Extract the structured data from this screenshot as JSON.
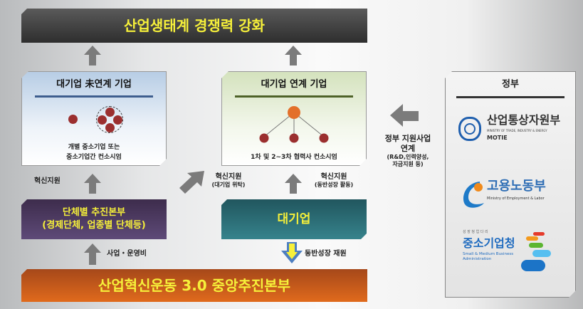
{
  "top_banner": "산업생태계 경쟁력 강화",
  "left_box": {
    "title": "대기업 未연계 기업",
    "caption_line1": "개별 중소기업 또는",
    "caption_line2": "중소기업간 컨소시엄"
  },
  "mid_box": {
    "title": "대기업 연계 기업",
    "caption": "1차 및 2~3차 협력사 컨소시엄"
  },
  "labels": {
    "innov_left": "혁신지원",
    "innov_diag": "혁신지원",
    "innov_diag_sub": "(대기업 위탁)",
    "innov_mid": "혁신지원",
    "innov_mid_sub": "(동반성장 활동)",
    "op_cost": "사업・운영비",
    "fund": "동반성장 재원"
  },
  "purple_box": {
    "line1": "단체별 추진본부",
    "line2": "(경제단체, 업종별 단체등)"
  },
  "teal_box": "대기업",
  "bottom_banner": "산업혁신운동 3.0 중앙추진본부",
  "gov_link": {
    "line1": "정부 지원사업",
    "line2": "연계",
    "line3": "(R&D,인력양성,",
    "line4": "자금지원 등)"
  },
  "gov_panel": {
    "title": "정부",
    "motie": {
      "name": "산업통상자원부",
      "en": "MINISTRY OF TRADE, INDUSTRY & ENERGY",
      "abbr": "MOTIE"
    },
    "moel": {
      "name": "고용노동부",
      "en": "Ministry of Employment & Labor"
    },
    "smba": {
      "slogan": "성 장 청 업 다 리",
      "name": "중소기업청",
      "en1": "Small & Medium Business",
      "en2": "Administration"
    }
  },
  "colors": {
    "yellow_text": "#f6f03a",
    "orange": "#e06a1c",
    "teal": "#2b6e76",
    "purple": "#4a3960",
    "dot": "#9b2f2f",
    "node_orange": "#e3702a"
  }
}
